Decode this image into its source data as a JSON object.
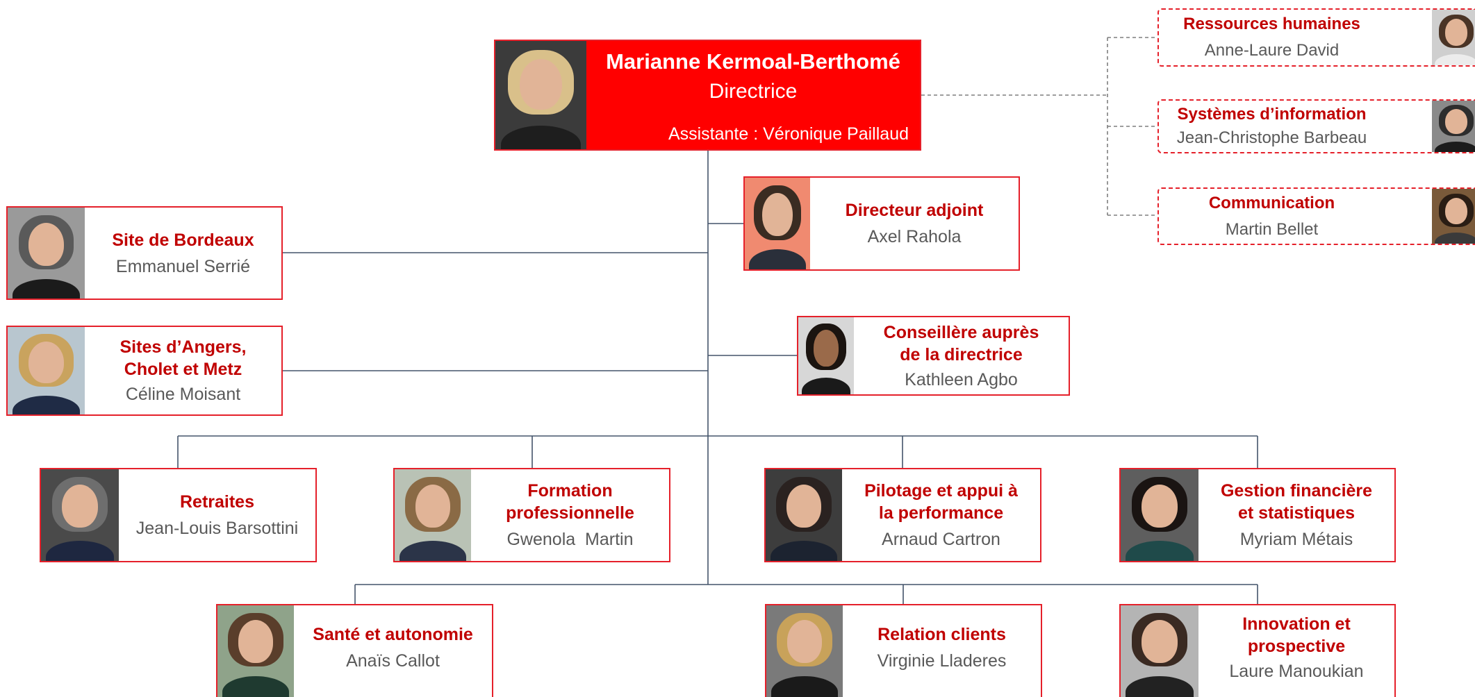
{
  "director": {
    "name": "Marianne Kermoal-Berthomé",
    "role": "Directrice",
    "assistant": "Assistante : Véronique Paillaud"
  },
  "staff_units": [
    {
      "title": "Ressources humaines",
      "name": "Anne-Laure David"
    },
    {
      "title": "Systèmes d’information",
      "name": "Jean-Christophe Barbeau"
    },
    {
      "title": "Communication",
      "name": "Martin Bellet"
    }
  ],
  "sites": [
    {
      "title": "Site de Bordeaux",
      "name": "Emmanuel Serrié"
    },
    {
      "title": "Sites d’Angers,\nCholet et Metz",
      "name": "Céline Moisant"
    }
  ],
  "advisors": [
    {
      "title": "Directeur adjoint",
      "name": "Axel Rahola"
    },
    {
      "title": "Conseillère auprès\nde la directrice",
      "name": "Kathleen Agbo"
    }
  ],
  "departments_row1": [
    {
      "title": "Retraites",
      "name": "Jean-Louis Barsottini"
    },
    {
      "title": "Formation\nprofessionnelle",
      "name": "Gwenola  Martin"
    },
    {
      "title": "Pilotage et appui à\nla performance",
      "name": "Arnaud Cartron"
    },
    {
      "title": "Gestion financière\net statistiques",
      "name": "Myriam Métais"
    }
  ],
  "departments_row2": [
    {
      "title": "Santé et autonomie",
      "name": "Anaïs Callot"
    },
    {
      "title": "Relation clients",
      "name": "Virginie Lladeres"
    },
    {
      "title": "Innovation et\nprospective",
      "name": "Laure Manoukian"
    }
  ],
  "colors": {
    "accent_red": "#e5202a",
    "title_red": "#c00000",
    "name_gray": "#595959",
    "connector": "#44546a",
    "dashed_connector": "#7f7f7f"
  }
}
